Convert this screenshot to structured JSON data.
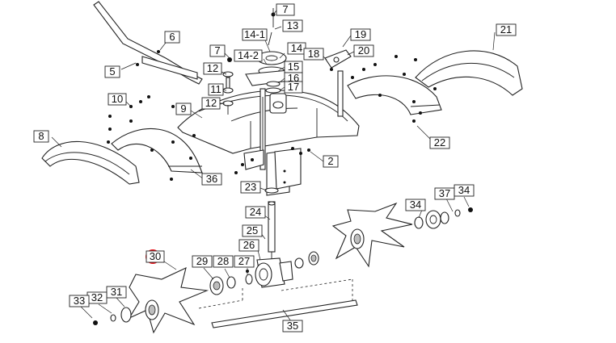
{
  "labels": [
    "7",
    "13",
    "14-1",
    "14",
    "14-2",
    "6",
    "7",
    "19",
    "21",
    "18",
    "20",
    "15",
    "16",
    "17",
    "12",
    "11",
    "12",
    "5",
    "10",
    "9",
    "8",
    "2",
    "22",
    "36",
    "23",
    "24",
    "34",
    "37",
    "34",
    "25",
    "26",
    "29",
    "28",
    "27",
    "30",
    "31",
    "32",
    "33",
    "35"
  ],
  "marker": {
    "color": "#e8151b"
  },
  "colors": {
    "line": "#222222",
    "background": "#ffffff"
  }
}
